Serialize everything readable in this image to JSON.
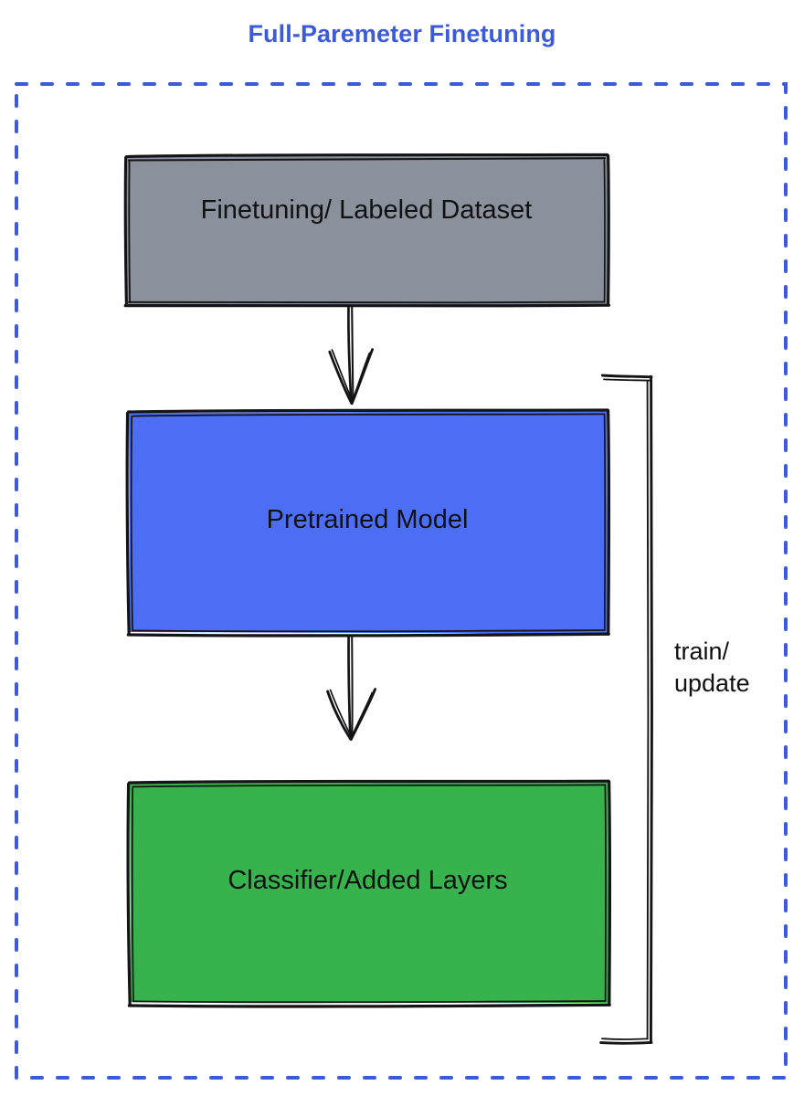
{
  "diagram": {
    "title": "Full-Paremeter Finetuning",
    "title_color": "#3b5bdb",
    "frame": {
      "style": "dashed",
      "color": "#3b5bdb"
    },
    "nodes": [
      {
        "id": "dataset",
        "label": "Finetuning/ Labeled Dataset",
        "fill": "#8b919c",
        "stroke": "#1b1b1f",
        "text_color": "#111111"
      },
      {
        "id": "pretrained",
        "label": "Pretrained Model",
        "fill": "#4c6ef5",
        "stroke": "#1b1b1f",
        "text_color": "#111111"
      },
      {
        "id": "classifier",
        "label": "Classifier/Added Layers",
        "fill": "#37b24d",
        "stroke": "#1b1b1f",
        "text_color": "#111111"
      }
    ],
    "edges": [
      {
        "id": "dataset-to-pretrained",
        "from": "dataset",
        "to": "pretrained",
        "label": "",
        "arrow": "down"
      },
      {
        "id": "pretrained-to-classifier",
        "from": "pretrained",
        "to": "classifier",
        "label": "",
        "arrow": "down"
      },
      {
        "id": "feedback-loop",
        "from": "classifier",
        "to": "pretrained",
        "label_line1": "train/",
        "label_line2": "update",
        "arrow": "none"
      }
    ],
    "loop_label": {
      "line1": "train/",
      "line2": "update"
    }
  }
}
